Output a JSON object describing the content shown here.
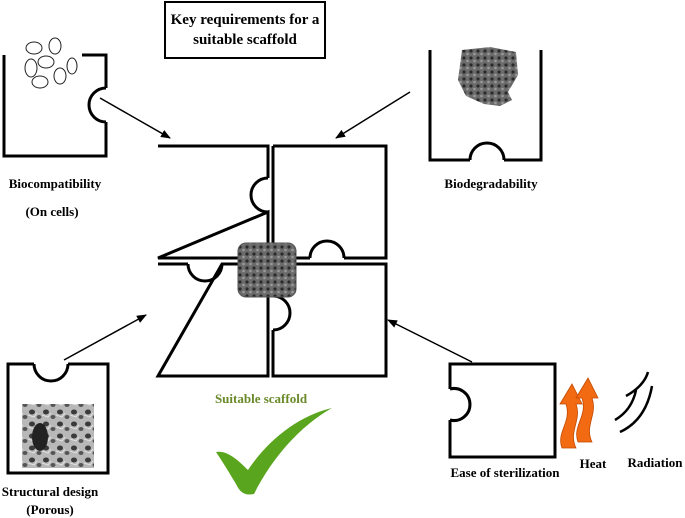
{
  "title": {
    "line1": "Key requirements for a",
    "line2": "suitable scaffold"
  },
  "labels": {
    "biocompatibility": "Biocompatibility",
    "biocompatibility_sub": "(On cells)",
    "biodegradability": "Biodegradability",
    "structural": "Structural design",
    "structural_sub": "(Porous)",
    "sterilization": "Ease of sterilization",
    "heat": "Heat",
    "radiation": "Radiation",
    "center": "Suitable scaffold"
  },
  "colors": {
    "accent_green": "#6a8a2a",
    "check_green": "#5aa51e",
    "flame_orange": "#f26a12"
  },
  "icons": [
    "cells-icon",
    "porous-block-icon",
    "sem-porous-image",
    "flame-arrows-icon",
    "radiation-waves-icon",
    "checkmark-icon"
  ]
}
